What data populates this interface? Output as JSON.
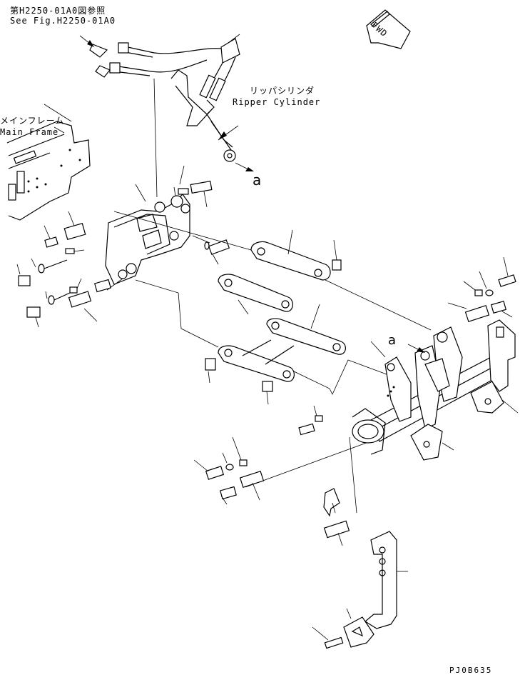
{
  "labels": {
    "see_fig_jp": "第H2250-01A0図参照",
    "see_fig_en": "See Fig.H2250-01A0",
    "ripper_cylinder_jp": "リッパシリンダ",
    "ripper_cylinder_en": "Ripper Cylinder",
    "main_frame_jp": "メインフレーム",
    "main_frame_en": "Main Frame",
    "ref_a_upper": "a",
    "ref_a_lower": "a",
    "fwd": "FWD",
    "drawing_code": "PJ0B635"
  },
  "icons": {
    "fwd_arrow": "fwd-arrow-icon"
  }
}
